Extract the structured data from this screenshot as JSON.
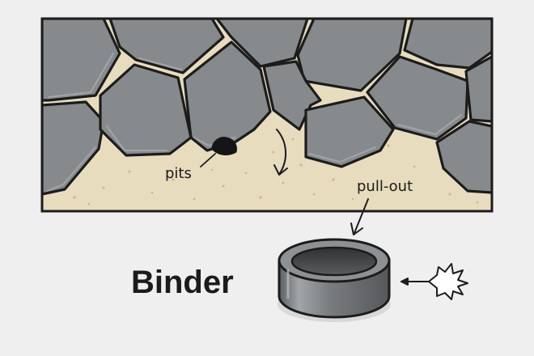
{
  "labels": {
    "pits": "pits",
    "pull_out": "pull-out",
    "binder": "Binder"
  },
  "colors": {
    "background": "#efefef",
    "grain_fill": "#878a8d",
    "grain_outline": "#1c1c1c",
    "binder_matrix": "#e8dcbf",
    "ring_body": "#737679"
  },
  "icons": [
    "down-curved-arrow-icon",
    "pointer-arrow-icon",
    "binder-ring-icon",
    "debris-burst-icon"
  ]
}
